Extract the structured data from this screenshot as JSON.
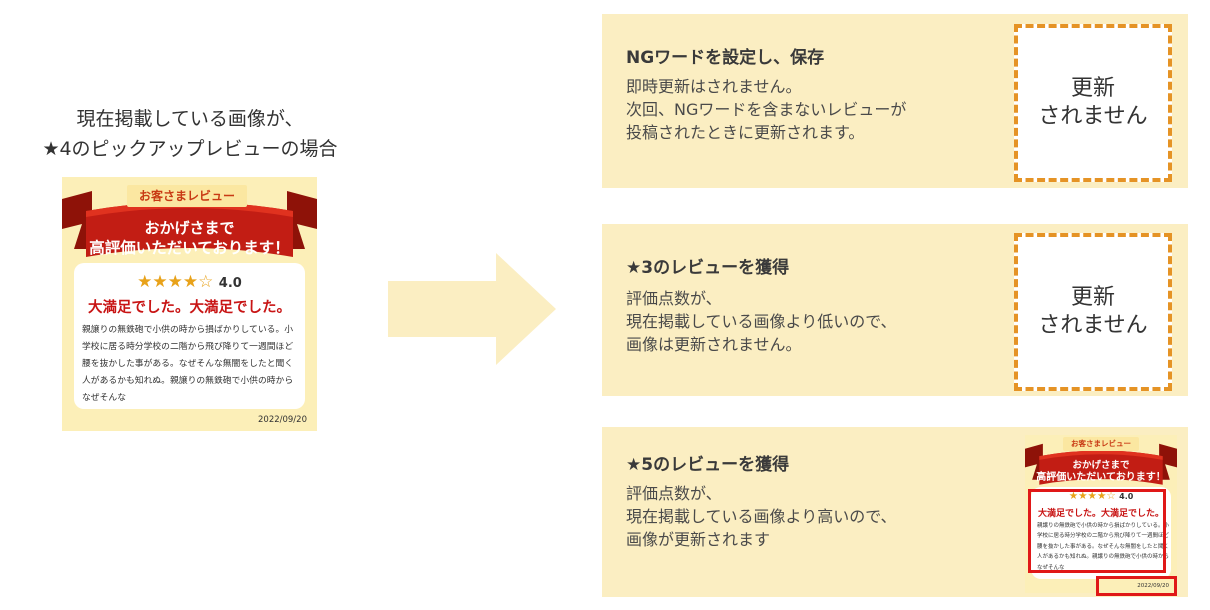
{
  "caption": {
    "line1": "現在掲載している画像が、",
    "line2": "★4のピックアップレビューの場合"
  },
  "review_card": {
    "pill": "お客さまレビュー",
    "banner_line1": "おかげさまで",
    "banner_line2": "高評価いただいております！",
    "stars": "★★★★☆",
    "score": "4.0",
    "headline": "大満足でした。大満足でした。",
    "body_text": "親譲りの無鉄砲で小供の時から損ばかりしている。小学校に居る時分学校の二階から飛び降りて一週間ほど腰を抜かした事がある。なぜそんな無闇をしたと聞く人があるかも知れぬ。親譲りの無鉄砲で小供の時からなぜそんな",
    "date": "2022/09/20",
    "colors": {
      "ribbon_red": "#c21d14",
      "ribbon_dark": "#8e1208",
      "star": "#e8a21a",
      "headline": "#c81414",
      "background": "#fcefb8"
    }
  },
  "panels": [
    {
      "title": "NGワードを設定し、保存",
      "desc": [
        "即時更新はされません。",
        "次回、NGワードを含まないレビューが",
        "投稿されたときに更新されます。"
      ],
      "result": [
        "更新",
        "されません"
      ]
    },
    {
      "title": "★3のレビューを獲得",
      "desc": [
        "評価点数が、",
        "現在掲載している画像より低いので、",
        "画像は更新されません。"
      ],
      "result": [
        "更新",
        "されません"
      ]
    },
    {
      "title": "★5のレビューを獲得",
      "desc": [
        "評価点数が、",
        "現在掲載している画像より高いので、",
        "画像が更新されます"
      ]
    }
  ],
  "colors": {
    "panel_bg": "#fbeec2",
    "arrow": "#fbeec2",
    "dashed_border": "#e59325",
    "highlight": "#e01818"
  }
}
